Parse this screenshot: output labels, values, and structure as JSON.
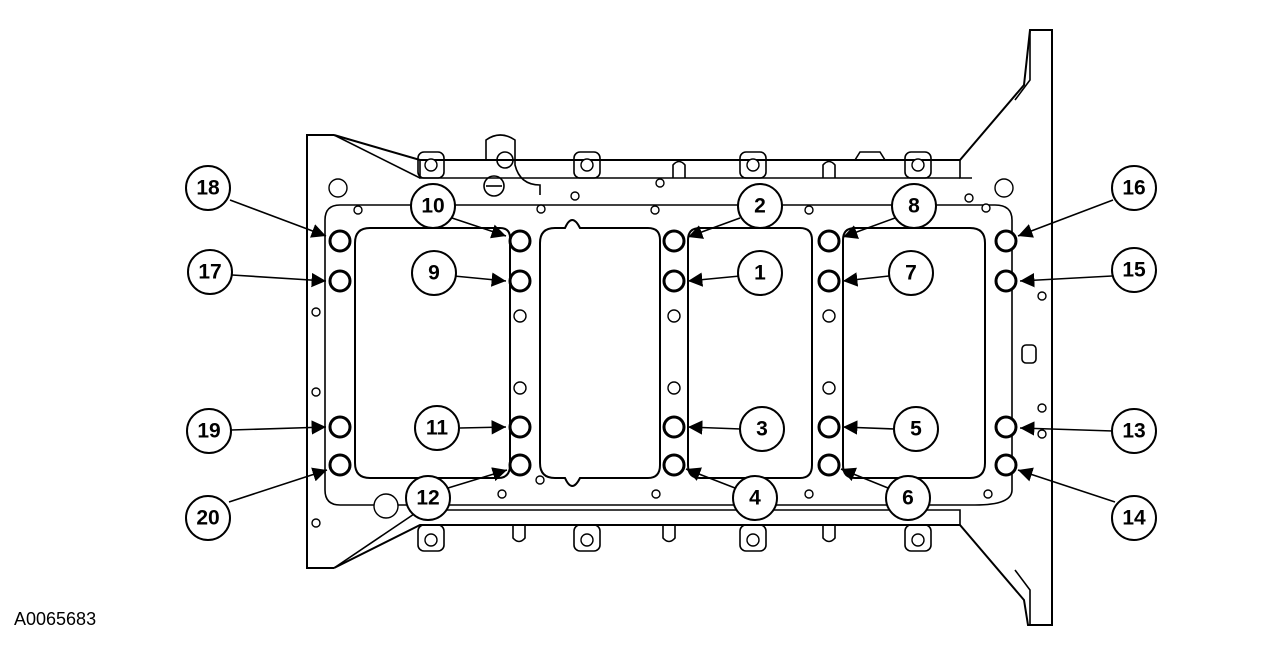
{
  "reference_code": "A0065683",
  "callouts": [
    "1",
    "2",
    "3",
    "4",
    "5",
    "6",
    "7",
    "8",
    "9",
    "10",
    "11",
    "12",
    "13",
    "14",
    "15",
    "16",
    "17",
    "18",
    "19",
    "20"
  ]
}
